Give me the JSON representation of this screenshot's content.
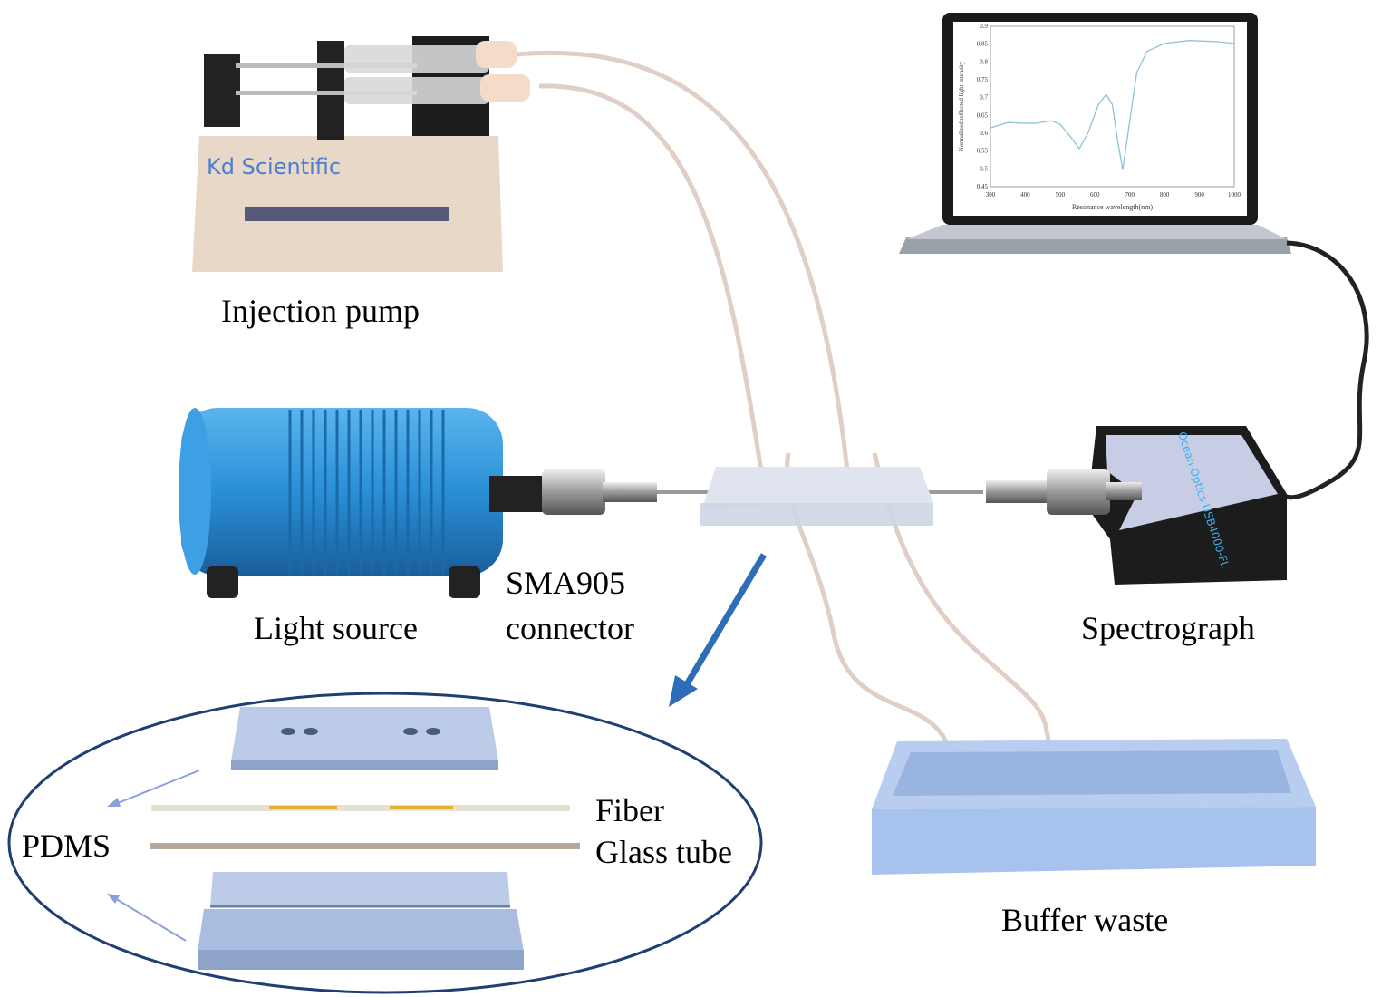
{
  "labels": {
    "injection_pump": "Injection pump",
    "light_source": "Light source",
    "connector_line1": "SMA905",
    "connector_line2": "connector",
    "spectrograph": "Spectrograph",
    "buffer_waste": "Buffer waste",
    "pdms": "PDMS",
    "fiber": "Fiber",
    "glass_tube": "Glass tube"
  },
  "pump_brand": "Kd Scientific",
  "spectrograph_logo": "Ocean Optics USB4000-FL",
  "colors": {
    "light_source": "#2a8fd6",
    "arrow": "#2e6db8",
    "tubing": "#e8d8d0",
    "pdms": "#a9bde0",
    "spectrum_line": "#8fc3d6"
  },
  "chart_data": {
    "type": "line",
    "xlabel": "Resonance wavelength(nm)",
    "ylabel": "Normalized reflected light intensity",
    "xlim": [
      300,
      1000
    ],
    "ylim": [
      0.45,
      0.9
    ],
    "xticks": [
      300,
      400,
      500,
      600,
      700,
      800,
      900,
      1000
    ],
    "yticks": [
      0.45,
      0.5,
      0.55,
      0.6,
      0.65,
      0.7,
      0.75,
      0.8,
      0.85,
      0.9
    ],
    "x": [
      300,
      350,
      400,
      430,
      475,
      500,
      530,
      555,
      580,
      610,
      632,
      650,
      665,
      680,
      695,
      720,
      750,
      800,
      870,
      950,
      1000
    ],
    "y": [
      0.615,
      0.63,
      0.628,
      0.628,
      0.635,
      0.625,
      0.59,
      0.557,
      0.6,
      0.68,
      0.709,
      0.68,
      0.58,
      0.497,
      0.6,
      0.77,
      0.83,
      0.852,
      0.86,
      0.857,
      0.852
    ]
  }
}
